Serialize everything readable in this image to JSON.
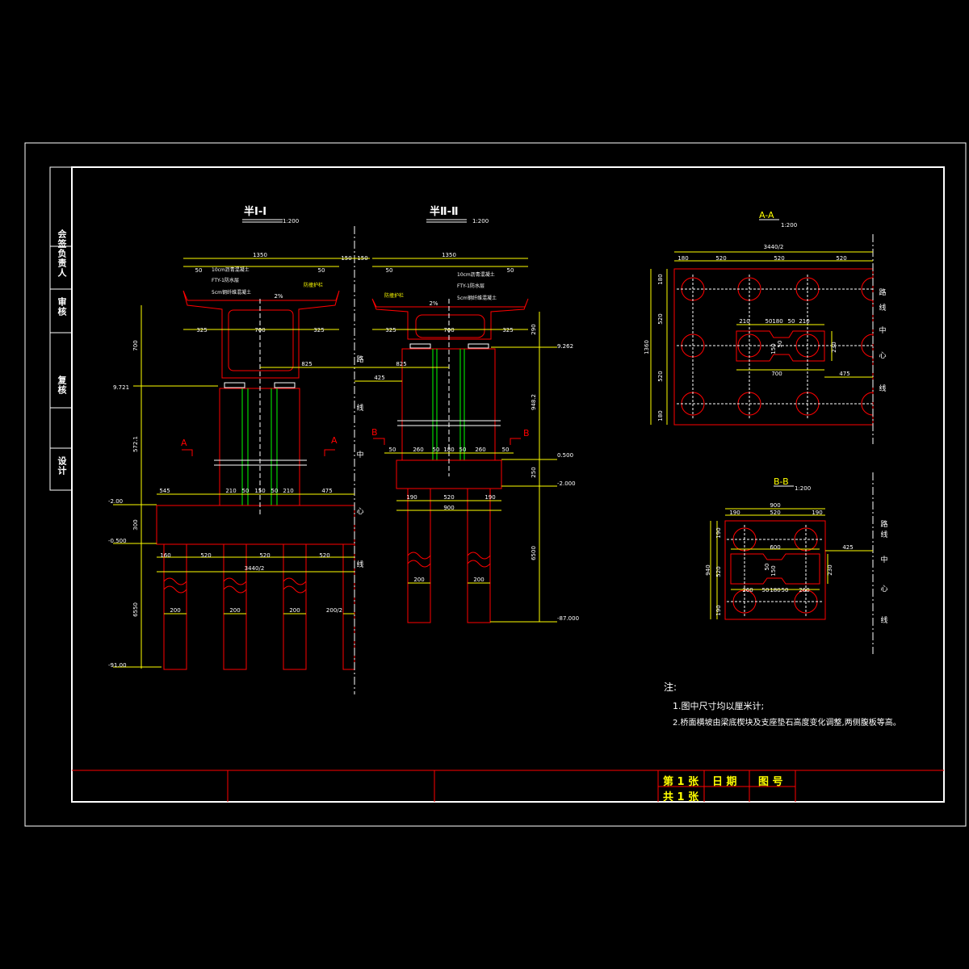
{
  "titles": {
    "half_1": "半Ⅰ-Ⅰ",
    "half_2": "半Ⅱ-Ⅱ",
    "scale": "1:200",
    "section_a": "A-A",
    "section_b": "B-B"
  },
  "side_block": [
    "会签负责人",
    "审核",
    "复核",
    "设计"
  ],
  "layer_labels": [
    "10cm沥青混凝土",
    "FTY-1防水层",
    "5cm钢纤维混凝土"
  ],
  "railing_label": "防撞护栏",
  "centerline_label": [
    "路",
    "线",
    "中",
    "心",
    "线"
  ],
  "elevations": [
    "9.721",
    "-2.00",
    "-0.500",
    "-91.00",
    "9.262",
    "0.500",
    "-2.000",
    "-87.000"
  ],
  "dims_half1": {
    "top_total": "1350",
    "top_left": "50",
    "top_right": "50",
    "gap_a": "150",
    "gap_b": "150",
    "slope": "2%",
    "wings": [
      "325",
      "700",
      "325"
    ],
    "offset": "825",
    "h_top": "700",
    "h_column": "572.1",
    "h_cap": "300",
    "h_pile": "6550",
    "cap_dims": [
      "545",
      "210",
      "50",
      "150",
      "50",
      "210",
      "475"
    ],
    "pile_spacing": [
      "160",
      "520",
      "520",
      "520"
    ],
    "cap_total": "3440/2",
    "pile_widths": [
      "200",
      "200",
      "200",
      "200/2"
    ]
  },
  "dims_half2": {
    "top_total": "1350",
    "top_left": "50",
    "top_right": "50",
    "slope": "2%",
    "wings": [
      "325",
      "700",
      "325"
    ],
    "offset_a": "825",
    "offset_b": "425",
    "h_top": "290",
    "h_column": "948.2",
    "h_cap": "250",
    "h_pile": "6500",
    "col_dims": [
      "50",
      "260",
      "50",
      "180",
      "50",
      "260",
      "50"
    ],
    "pile_spacing": [
      "190",
      "520",
      "190"
    ],
    "cap_total": "900",
    "pile_widths": [
      "200",
      "200"
    ]
  },
  "dims_aa": {
    "total": "3440/2",
    "top": [
      "180",
      "520",
      "520",
      "520"
    ],
    "left": [
      "180",
      "520",
      "520",
      "180"
    ],
    "height": "1360",
    "inner": [
      "210",
      "50",
      "180",
      "50",
      "210"
    ],
    "inner_total": "700",
    "inner_right": "475",
    "inner_v": [
      "150",
      "50",
      "230"
    ]
  },
  "dims_bb": {
    "total": "900",
    "top": [
      "190",
      "520",
      "190"
    ],
    "left": [
      "190",
      "520",
      "190"
    ],
    "height": "940",
    "inner_w": "600",
    "right": "425",
    "inner": [
      "260",
      "50",
      "180",
      "50",
      "260"
    ],
    "inner_v": [
      "150",
      "50",
      "230"
    ]
  },
  "notes": {
    "heading": "注:",
    "items": [
      "1.图中尺寸均以厘米计;",
      "2.桥面横坡由梁底楔块及支座垫石高度变化调整,两侧腹板等高。"
    ]
  },
  "title_block": {
    "sheet": "第 1 张",
    "total": "共 1 张",
    "date": "日  期",
    "drawing_no": "图  号"
  }
}
